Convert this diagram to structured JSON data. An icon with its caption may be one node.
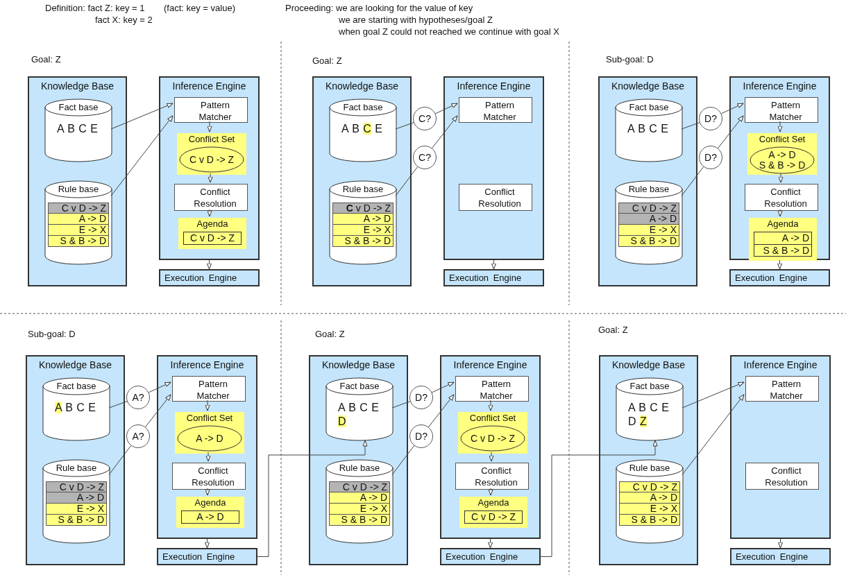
{
  "diagram": {
    "nodes": [
      {
        "text": [
          "Knowledge Base"
        ]
      },
      {
        "text": [
          "Fact base",
          "A B C E"
        ],
        "in": 0
      },
      {
        "text": [
          "Rule base",
          "C v D -> Z",
          "A -> D",
          "E -> X",
          "S & B -> D"
        ],
        "in": 0
      },
      {
        "text": [
          "Inference Engine"
        ]
      },
      {
        "text": [
          "Pattern Matcher"
        ],
        "in": 3
      },
      {
        "text": [
          "Conflict Set"
        ],
        "in": 3
      },
      {
        "text": [
          "C v D -> Z"
        ],
        "in": 5
      },
      {
        "text": [
          "Conflict Resolution"
        ],
        "in": 3
      },
      {
        "text": [
          "Agenda"
        ],
        "in": 3
      },
      {
        "text": [
          "C v D -> Z"
        ],
        "in": 8
      },
      {
        "text": [
          "Execution Engine"
        ]
      },
      {
        "text": [
          "Knowledge Base"
        ]
      },
      {
        "text": [
          "Fact base",
          "A B C E"
        ],
        "in": 11
      },
      {
        "text": [
          "Rule base",
          "**C** v D -> Z",
          "A -> D",
          "E -> X",
          "S & B -> D"
        ],
        "in": 11
      },
      {
        "text": [
          "C?"
        ]
      },
      {
        "text": [
          "C?"
        ]
      },
      {
        "text": [
          "Inference Engine"
        ]
      },
      {
        "text": [
          "Pattern Matcher"
        ],
        "in": 16
      },
      {
        "text": [
          "Conflict Resolution"
        ],
        "in": 16
      },
      {
        "text": [
          "Execution Engine"
        ]
      },
      {
        "text": [
          "Knowledge Base"
        ]
      },
      {
        "text": [
          "Fact base",
          "A B C E"
        ],
        "in": 20
      },
      {
        "text": [
          "Rule base",
          "C v D -> Z",
          "A -> D",
          "E -> X",
          "S & B -> D"
        ],
        "in": 20
      },
      {
        "text": [
          "D?"
        ]
      },
      {
        "text": [
          "D?"
        ]
      },
      {
        "text": [
          "Inference Engine"
        ]
      },
      {
        "text": [
          "Pattern Matcher"
        ],
        "in": 25
      },
      {
        "text": [
          "Conflict Set"
        ],
        "in": 25
      },
      {
        "text": [
          "A -> D",
          "S & B -> D"
        ],
        "in": 27
      },
      {
        "text": [
          "Conflict Resolution"
        ],
        "in": 25
      },
      {
        "text": [
          "Agenda"
        ],
        "in": 25
      },
      {
        "text": [
          "A -> D",
          "S & B -> D"
        ],
        "in": 30
      },
      {
        "text": [
          "Execution Engine"
        ]
      },
      {
        "text": [
          "Knowledge Base"
        ]
      },
      {
        "text": [
          "Fact base",
          "A B C E"
        ],
        "in": 33
      },
      {
        "text": [
          "Rule base",
          "C v D -> Z",
          "A -> D",
          "E -> X",
          "S & B -> D"
        ],
        "in": 33
      },
      {
        "text": [
          "A?"
        ]
      },
      {
        "text": [
          "A?"
        ]
      },
      {
        "text": [
          "Inference Engine"
        ]
      },
      {
        "text": [
          "Pattern Matcher"
        ],
        "in": 38
      },
      {
        "text": [
          "Conflict Set"
        ],
        "in": 38
      },
      {
        "text": [
          "A -> D"
        ],
        "in": 40
      },
      {
        "text": [
          "Conflict Resolution"
        ],
        "in": 38
      },
      {
        "text": [
          "Agenda"
        ],
        "in": 38
      },
      {
        "text": [
          "A -> D"
        ],
        "in": 43
      },
      {
        "text": [
          "Execution Engine"
        ]
      },
      {
        "text": [
          "Knowledge Base"
        ]
      },
      {
        "text": [
          "Fact base",
          "A B C E D"
        ],
        "in": 46
      },
      {
        "text": [
          "Rule base",
          "C v D -> Z",
          "A -> D",
          "E -> X",
          "S & B -> D"
        ],
        "in": 46
      },
      {
        "text": [
          "D?"
        ]
      },
      {
        "text": [
          "D?"
        ]
      },
      {
        "text": [
          "Inference Engine"
        ]
      },
      {
        "text": [
          "Pattern Matcher"
        ],
        "in": 51
      },
      {
        "text": [
          "Conflict Set"
        ],
        "in": 51
      },
      {
        "text": [
          "C v D -> Z"
        ],
        "in": 53
      },
      {
        "text": [
          "Conflict Resolution"
        ],
        "in": 51
      },
      {
        "text": [
          "Agenda"
        ],
        "in": 51
      },
      {
        "text": [
          "C v D -> Z"
        ],
        "in": 56
      },
      {
        "text": [
          "Execution Engine"
        ]
      },
      {
        "text": [
          "Knowledge Base"
        ]
      },
      {
        "text": [
          "Fact base",
          "A B C E D Z"
        ],
        "in": 59
      },
      {
        "text": [
          "Rule base",
          "C v D -> Z",
          "A -> D",
          "E -> X",
          "S & B -> D"
        ],
        "in": 59
      },
      {
        "text": [
          "Inference Engine"
        ]
      },
      {
        "text": [
          "Pattern Matcher"
        ],
        "in": 62
      },
      {
        "text": [
          "Conflict Resolution"
        ],
        "in": 62
      },
      {
        "text": [
          "Execution Engine"
        ]
      }
    ],
    "edges": [
      {
        "from": 1,
        "to": 4,
        "arrow": "to"
      },
      {
        "from": 2,
        "to": 4,
        "arrow": "to"
      },
      {
        "from": 4,
        "to": 5,
        "arrow": "to"
      },
      {
        "from": 5,
        "to": 7,
        "arrow": "to"
      },
      {
        "from": 7,
        "to": 8,
        "arrow": "to"
      },
      {
        "from": 3,
        "to": 10,
        "arrow": "to"
      },
      {
        "from": 12,
        "to": 14,
        "arrow": "none"
      },
      {
        "from": 14,
        "to": 17,
        "arrow": "to"
      },
      {
        "from": 13,
        "to": 15,
        "arrow": "none"
      },
      {
        "from": 15,
        "to": 17,
        "arrow": "to"
      },
      {
        "from": 16,
        "to": 19,
        "arrow": "to"
      },
      {
        "from": 21,
        "to": 23,
        "arrow": "none"
      },
      {
        "from": 23,
        "to": 26,
        "arrow": "to"
      },
      {
        "from": 22,
        "to": 24,
        "arrow": "none"
      },
      {
        "from": 24,
        "to": 26,
        "arrow": "to"
      },
      {
        "from": 26,
        "to": 27,
        "arrow": "to"
      },
      {
        "from": 27,
        "to": 29,
        "arrow": "to"
      },
      {
        "from": 29,
        "to": 30,
        "arrow": "to"
      },
      {
        "from": 25,
        "to": 32,
        "arrow": "to"
      },
      {
        "from": 34,
        "to": 36,
        "arrow": "none"
      },
      {
        "from": 36,
        "to": 39,
        "arrow": "to"
      },
      {
        "from": 35,
        "to": 37,
        "arrow": "none"
      },
      {
        "from": 37,
        "to": 39,
        "arrow": "to"
      },
      {
        "from": 39,
        "to": 40,
        "arrow": "to"
      },
      {
        "from": 40,
        "to": 42,
        "arrow": "to"
      },
      {
        "from": 42,
        "to": 43,
        "arrow": "to"
      },
      {
        "from": 38,
        "to": 45,
        "arrow": "to"
      },
      {
        "from": 47,
        "to": 49,
        "arrow": "none"
      },
      {
        "from": 49,
        "to": 52,
        "arrow": "to"
      },
      {
        "from": 48,
        "to": 50,
        "arrow": "none"
      },
      {
        "from": 50,
        "to": 52,
        "arrow": "to"
      },
      {
        "from": 52,
        "to": 53,
        "arrow": "to"
      },
      {
        "from": 53,
        "to": 55,
        "arrow": "to"
      },
      {
        "from": 55,
        "to": 56,
        "arrow": "to"
      },
      {
        "from": 51,
        "to": 58,
        "arrow": "to"
      },
      {
        "from": 60,
        "to": 63,
        "arrow": "to"
      },
      {
        "from": 61,
        "to": 63,
        "arrow": "to"
      },
      {
        "from": 62,
        "to": 65,
        "arrow": "to"
      },
      {
        "from": 45,
        "to": 47,
        "arrow": "to"
      },
      {
        "from": 58,
        "to": 60,
        "arrow": "to"
      }
    ],
    "labels": [
      "Definition: fact Z: key = 1",
      "(fact: key = value)",
      "fact X: key = 2",
      "Proceeding: we are looking for the value of key",
      "we are starting with hypotheses/goal Z",
      "when goal Z could not reached we continue with goal X",
      "Goal: Z",
      "Goal: Z",
      "Sub-goal: D",
      "Sub-goal: D",
      "Goal: Z",
      "Goal: Z"
    ]
  }
}
